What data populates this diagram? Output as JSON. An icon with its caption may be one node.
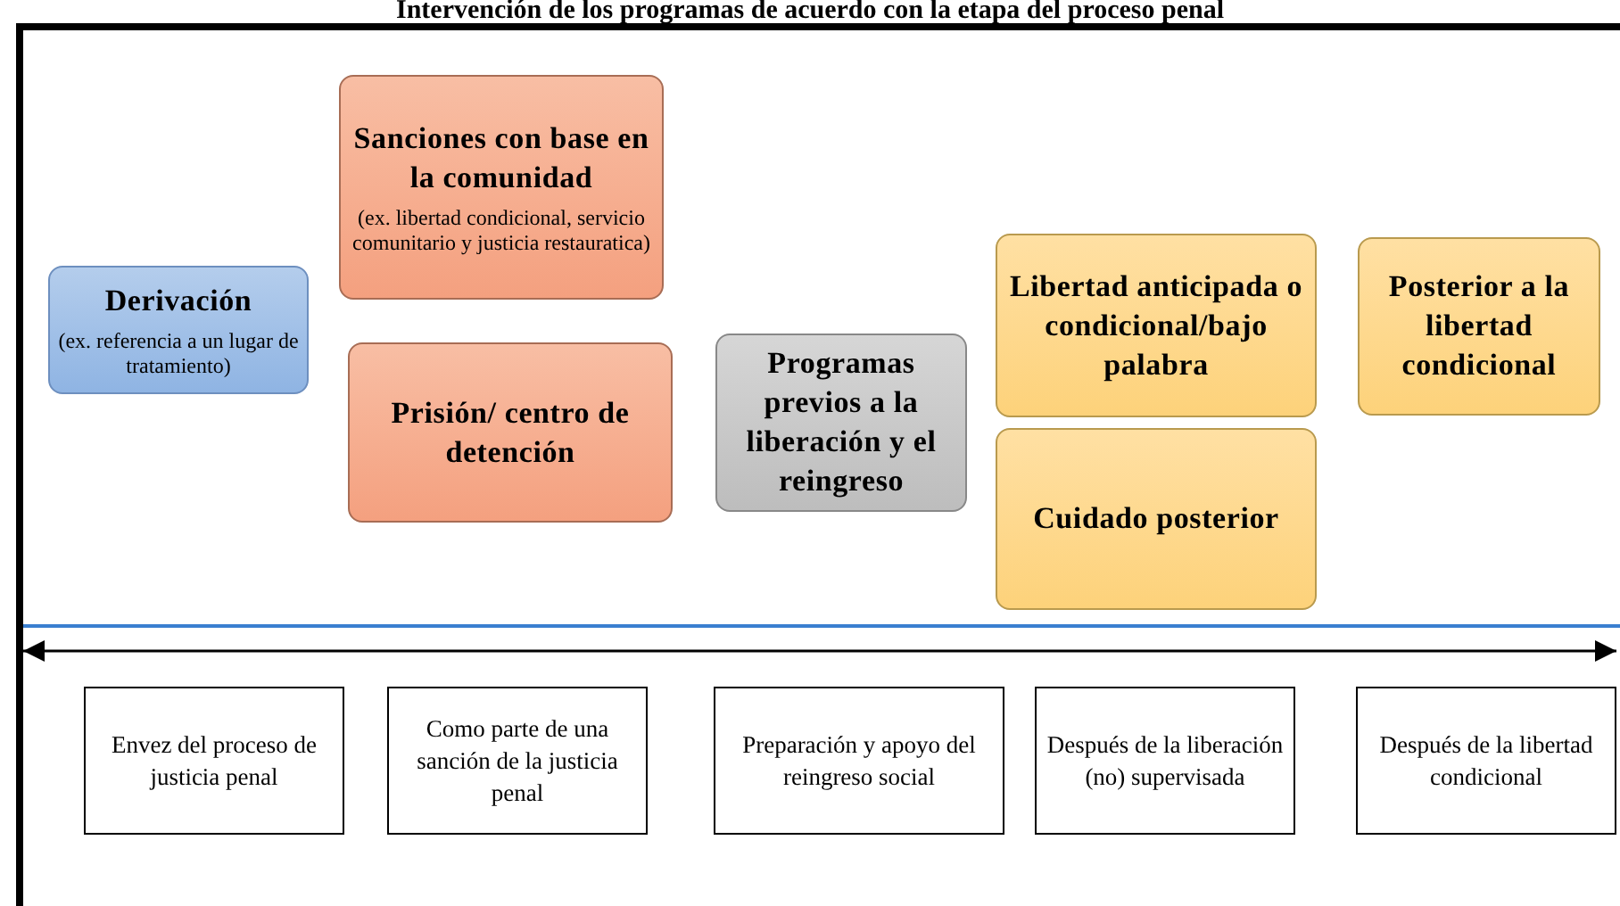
{
  "diagram": {
    "title": "Intervención de los programas de acuerdo con la etapa del proceso penal",
    "nodes": [
      {
        "text": [
          "Derivación",
          "(ex. referencia a un lugar de tratamiento)"
        ]
      },
      {
        "text": [
          "Sanciones con base en la comunidad",
          "(ex. libertad condicional, servicio comunitario y justicia restauratica)"
        ]
      },
      {
        "text": [
          "Prisión/ centro de detención"
        ]
      },
      {
        "text": [
          "Programas previos a la liberación y el reingreso"
        ]
      },
      {
        "text": [
          "Libertad anticipada o condicional/bajo palabra"
        ]
      },
      {
        "text": [
          "Cuidado posterior"
        ]
      },
      {
        "text": [
          "Posterior a la libertad condicional"
        ]
      },
      {
        "text": [
          "Envez del proceso de justicia penal"
        ]
      },
      {
        "text": [
          "Como parte de una sanción de la justicia penal"
        ]
      },
      {
        "text": [
          "Preparación y apoyo del reingreso social"
        ]
      },
      {
        "text": [
          "Después de la liberación (no) supervisada"
        ]
      },
      {
        "text": [
          "Después de la libertad condicional"
        ]
      }
    ],
    "edges": []
  }
}
